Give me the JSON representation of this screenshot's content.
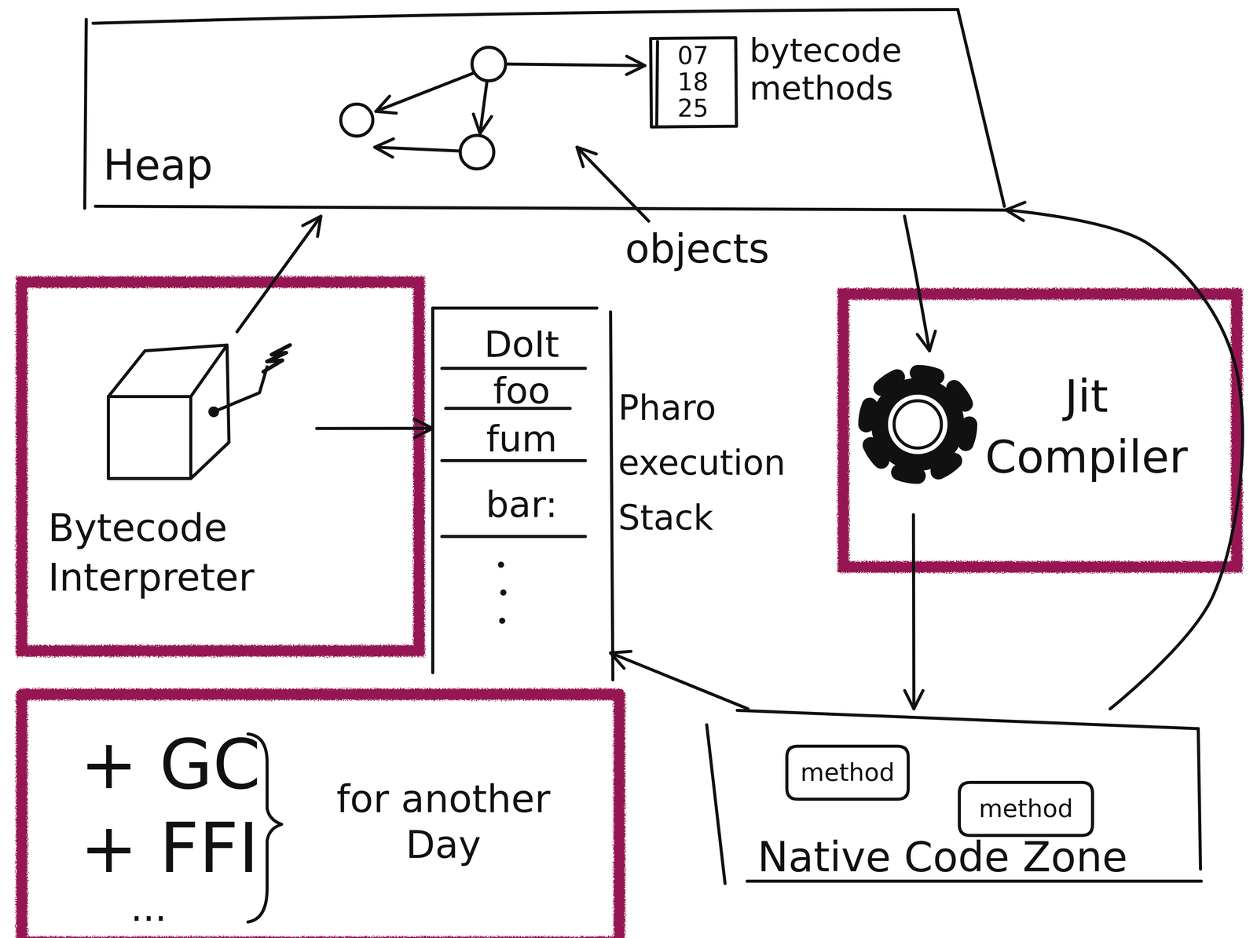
{
  "diagram": {
    "nodes": [
      {
        "text": [
          "Heap"
        ]
      },
      {
        "text": [
          "07 18 25",
          "bytecode methods"
        ],
        "in": 0
      },
      {
        "text": [
          "Bytecode Interpreter"
        ]
      },
      {
        "text": [
          "DoIt",
          "foo",
          "fum",
          "bar:",
          "Pharo execution Stack"
        ]
      },
      {
        "text": [
          "Jit Compiler"
        ]
      },
      {
        "text": [
          "+ GC",
          "+ FFI",
          "for another Day",
          "..."
        ]
      },
      {
        "text": [
          "Native Code Zone"
        ]
      },
      {
        "text": [
          "method"
        ],
        "in": 6
      },
      {
        "text": [
          "method"
        ],
        "in": 6
      }
    ],
    "edges": [
      {
        "from": 2,
        "to": 0,
        "arrow": "to"
      },
      {
        "from": 2,
        "to": 3,
        "arrow": "to"
      },
      {
        "from": 0,
        "to": 4,
        "arrow": "to"
      },
      {
        "from": 4,
        "to": 6,
        "arrow": "to"
      },
      {
        "from": 6,
        "to": 3,
        "arrow": "to"
      },
      {
        "from": 6,
        "to": 0,
        "arrow": "to"
      }
    ],
    "labels": [
      "objects"
    ]
  }
}
